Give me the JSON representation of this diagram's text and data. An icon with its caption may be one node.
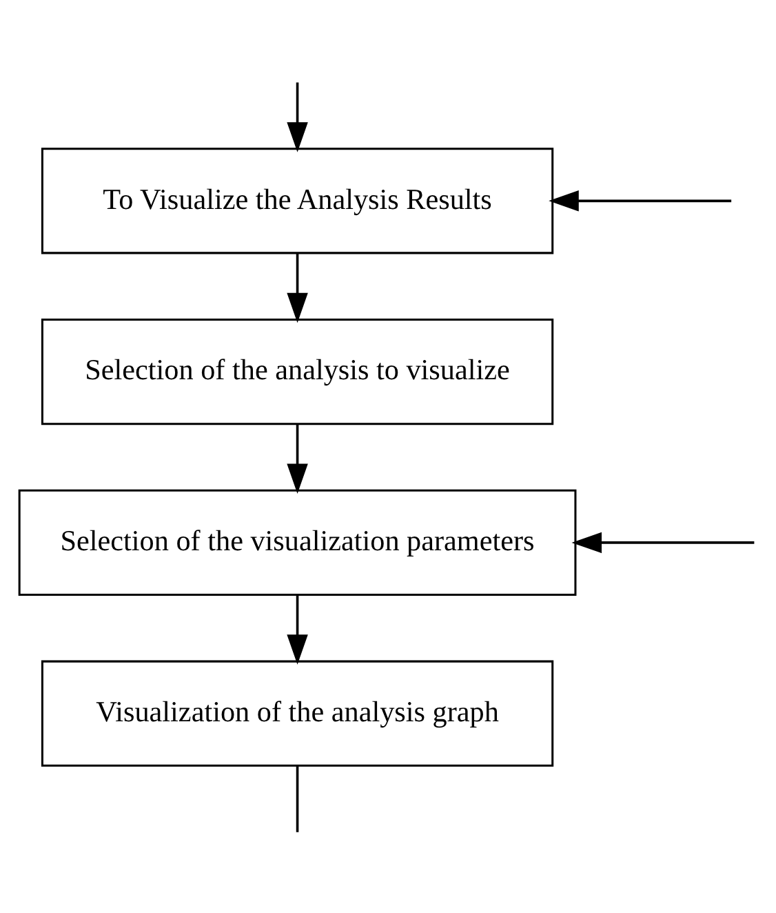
{
  "diagram": {
    "nodes": [
      {
        "text": [
          "To Visualize the Analysis Results"
        ]
      },
      {
        "text": [
          "Selection of the analysis to visualize"
        ]
      },
      {
        "text": [
          "Selection of the visualization parameters"
        ]
      },
      {
        "text": [
          "Visualization of the analysis graph"
        ]
      }
    ],
    "edges": [
      {
        "from": null,
        "to": 0,
        "arrow": "to"
      },
      {
        "from": null,
        "to": 0,
        "arrow": "to"
      },
      {
        "from": 0,
        "to": 1,
        "arrow": "to"
      },
      {
        "from": 1,
        "to": 2,
        "arrow": "to"
      },
      {
        "from": null,
        "to": 2,
        "arrow": "to"
      },
      {
        "from": 2,
        "to": 3,
        "arrow": "to"
      },
      {
        "from": 3,
        "to": null,
        "arrow": "none"
      }
    ]
  }
}
